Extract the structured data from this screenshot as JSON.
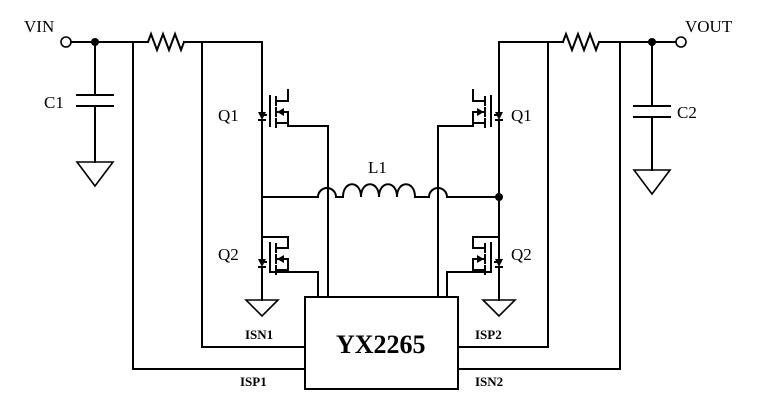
{
  "diagram": {
    "terminals": {
      "vin": "VIN",
      "vout": "VOUT"
    },
    "capacitors": {
      "input": "C1",
      "output": "C2"
    },
    "inductor": "L1",
    "transistors": {
      "left_high": "Q1",
      "left_low": "Q2",
      "right_high": "Q1",
      "right_low": "Q2"
    },
    "controller": {
      "name": "YX2265",
      "pins": {
        "isn1": "ISN1",
        "isp1": "ISP1",
        "isp2": "ISP2",
        "isn2": "ISN2"
      }
    }
  }
}
